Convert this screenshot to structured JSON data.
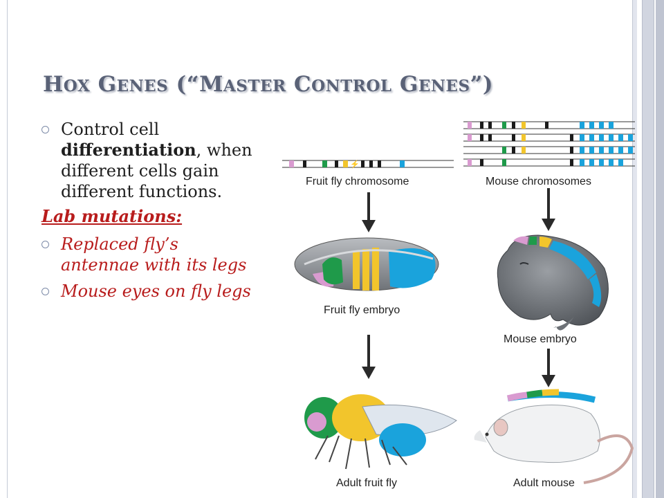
{
  "title": {
    "prefix_caps": "H",
    "prefix_rest": "OX",
    "word2_cap": "G",
    "word2_rest": "ENES",
    "open": " (“",
    "q1_cap": "M",
    "q1_rest": "ASTER",
    "q2_cap": "C",
    "q2_rest": "ONTROL",
    "q3_cap": "G",
    "q3_rest": "ENES",
    "close": "”)"
  },
  "bullets": {
    "first_pre": "Control cell",
    "first_bold": "differentiation",
    "first_post": ", when different cells gain different functions.",
    "lab_heading": "Lab mutations:",
    "red1": "Replaced fly’s antennae with its legs",
    "red2": "Mouse eyes on fly legs"
  },
  "figure": {
    "fly_chromosome": "Fruit fly chromosome",
    "mouse_chromosomes": "Mouse chromosomes",
    "fly_embryo": "Fruit fly embryo",
    "mouse_embryo": "Mouse embryo",
    "adult_fly": "Adult fruit fly",
    "adult_mouse": "Adult mouse"
  },
  "colors": {
    "title": "#5a6277",
    "text": "#1e1e1e",
    "accent_red": "#b81c1c",
    "gene_pink": "#d99bd0",
    "gene_green": "#1f9a4a",
    "gene_yellow": "#f2c52c",
    "gene_blue": "#1aa3dc",
    "gene_black": "#1b1b1b"
  }
}
